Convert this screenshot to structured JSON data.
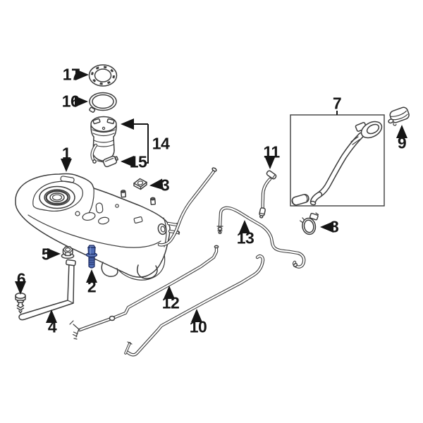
{
  "diagram": {
    "title_hint": "fuel tank parts diagram",
    "background_color": "#ffffff",
    "line_color": "#3d3d3d",
    "label_color": "#161616",
    "highlight_color": "#4f6cb5",
    "highlighted_part": "2",
    "parts": [
      {
        "number": "1"
      },
      {
        "number": "2"
      },
      {
        "number": "3"
      },
      {
        "number": "4"
      },
      {
        "number": "5"
      },
      {
        "number": "6"
      },
      {
        "number": "7"
      },
      {
        "number": "8"
      },
      {
        "number": "9"
      },
      {
        "number": "10"
      },
      {
        "number": "11"
      },
      {
        "number": "12"
      },
      {
        "number": "13"
      },
      {
        "number": "14"
      },
      {
        "number": "15"
      },
      {
        "number": "16"
      },
      {
        "number": "17"
      }
    ]
  }
}
